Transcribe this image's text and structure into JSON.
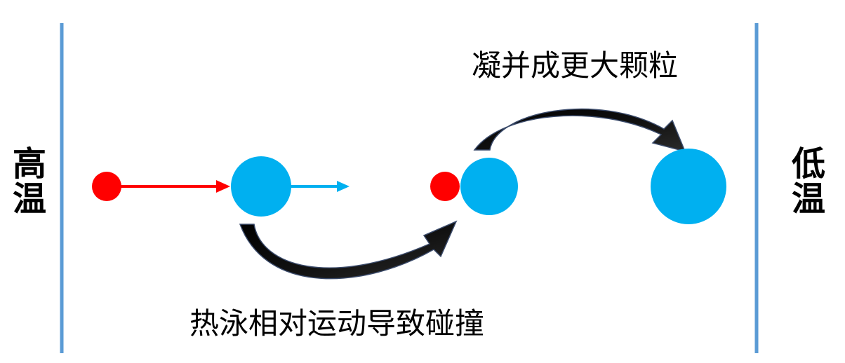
{
  "labels": {
    "left": "高温",
    "right": "低温"
  },
  "captions": {
    "top": "凝并成更大颗粒",
    "bottom": "热泳相对运动导致碰撞"
  },
  "colors": {
    "wall": "#5b9bd5",
    "small_particle": "#ff0000",
    "large_particle": "#00b0f0",
    "curved_arrow": "#000000"
  }
}
